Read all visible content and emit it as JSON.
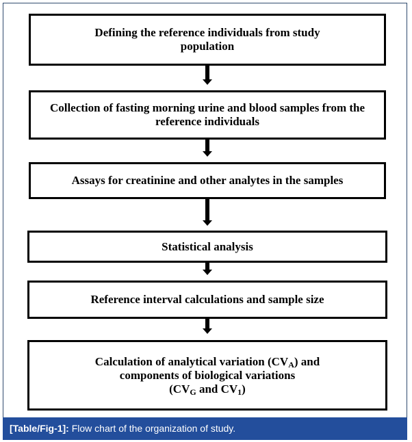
{
  "diagram": {
    "type": "flowchart",
    "direction": "top-to-bottom",
    "steps": [
      {
        "text": "Defining the reference individuals from study population"
      },
      {
        "text": "Collection of fasting morning urine and blood samples from the reference individuals"
      },
      {
        "text": "Assays for creatinine and other analytes in the samples"
      },
      {
        "text": "Statistical analysis"
      },
      {
        "text": "Reference interval calculations and sample size"
      },
      {
        "line1_prefix": "Calculation of analytical variation (CV",
        "line1_sub": "A",
        "line1_suffix": ") and",
        "line2": "components of biological variations",
        "line3_prefix": "(CV",
        "line3_sub1": "G",
        "line3_mid": " and CV",
        "line3_sub2": "1",
        "line3_suffix": ")"
      }
    ],
    "edges": [
      [
        0,
        1
      ],
      [
        1,
        2
      ],
      [
        2,
        3
      ],
      [
        3,
        4
      ],
      [
        4,
        5
      ]
    ]
  },
  "caption": {
    "label": "[Table/Fig-1]:",
    "text": " Flow chart of the organization of study."
  },
  "colors": {
    "caption_bg": "#234e9c",
    "frame_border": "#2e4a6e",
    "box_border": "#000000"
  }
}
